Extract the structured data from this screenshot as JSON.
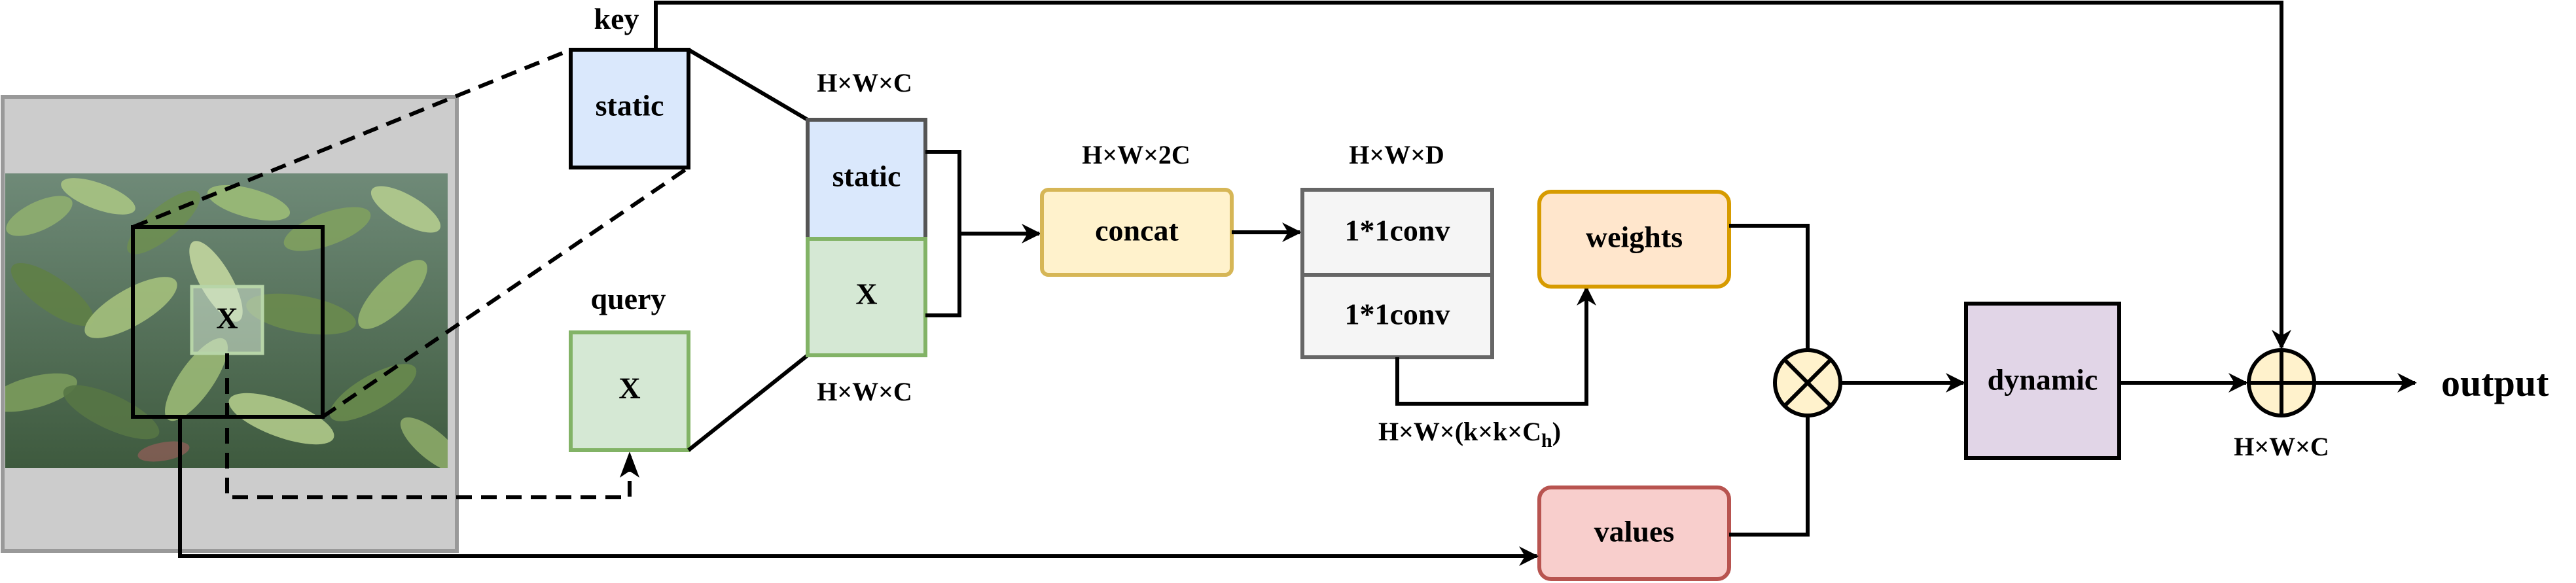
{
  "diagram": {
    "labels": {
      "key": "key",
      "query": "query",
      "output": "output"
    },
    "boxes": {
      "key_static": "static",
      "query_x": "X",
      "stack_static": "static",
      "stack_x": "X",
      "concat": "concat",
      "conv1": "1*1conv",
      "conv2": "1*1conv",
      "weights": "weights",
      "values": "values",
      "dynamic": "dynamic",
      "photo_x": "X"
    },
    "dims": {
      "stack_top": "H×W×C",
      "stack_bottom": "H×W×C",
      "concat": "H×W×2C",
      "conv": "H×W×D",
      "weights_in_main": "H×W×(k×k×C",
      "weights_in_sub": "h",
      "weights_in_close": ")",
      "output": "H×W×C"
    },
    "colors": {
      "blue_fill": "#dae8fc",
      "green_fill": "#d5e8d4",
      "green_stroke": "#82b366",
      "yellow_fill": "#fff2cc",
      "yellow_stroke": "#d6b656",
      "orange_fill": "#ffe6cc",
      "orange_stroke": "#d79b00",
      "red_fill": "#f8cecc",
      "red_stroke": "#b85450",
      "purple_fill": "#e1d5e7",
      "gray_fill": "#f5f5f5",
      "gray_stroke": "#666666",
      "photo_frame": "#cccccc"
    }
  }
}
